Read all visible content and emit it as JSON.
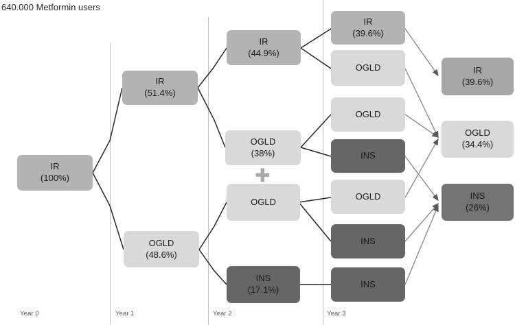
{
  "title": "640.000 Metformin users",
  "colors": {
    "ir": "#b3b3b3",
    "ogld": "#d9d9d9",
    "ins": "#666666",
    "ir_final": "#a6a6a6",
    "ogld_final": "#d9d9d9",
    "ins_final": "#737373",
    "divider": "#bfbfbf",
    "edge_dark": "#262626",
    "edge_light": "#8c8c8c",
    "plus": "#a6a6a6",
    "year_label": "#595959"
  },
  "plus_symbol": "✚",
  "axis": {
    "labels": [
      {
        "text": "Year 0"
      },
      {
        "text": "Year 1"
      },
      {
        "text": "Year 2"
      },
      {
        "text": "Year 3"
      }
    ]
  },
  "nodes": {
    "year0": [
      {
        "label": "IR",
        "value": "(100%)"
      }
    ],
    "year1": [
      {
        "label": "IR",
        "value": "(51.4%)"
      },
      {
        "label": "OGLD",
        "value": "(48.6%)"
      }
    ],
    "year2": [
      {
        "label": "IR",
        "value": "(44.9%)"
      },
      {
        "label": "OGLD",
        "value": "(38%)"
      },
      {
        "label": "OGLD",
        "value": ""
      },
      {
        "label": "INS",
        "value": "(17.1%)"
      }
    ],
    "year3": [
      {
        "label": "IR",
        "value": "(39.6%)"
      },
      {
        "label": "OGLD",
        "value": ""
      },
      {
        "label": "OGLD",
        "value": ""
      },
      {
        "label": "INS",
        "value": ""
      },
      {
        "label": "OGLD",
        "value": ""
      },
      {
        "label": "INS",
        "value": ""
      },
      {
        "label": "INS",
        "value": ""
      }
    ],
    "outcomes": [
      {
        "label": "IR",
        "value": "(39.6%)"
      },
      {
        "label": "OGLD",
        "value": "(34.4%)"
      },
      {
        "label": "INS",
        "value": "(26%)"
      }
    ]
  }
}
